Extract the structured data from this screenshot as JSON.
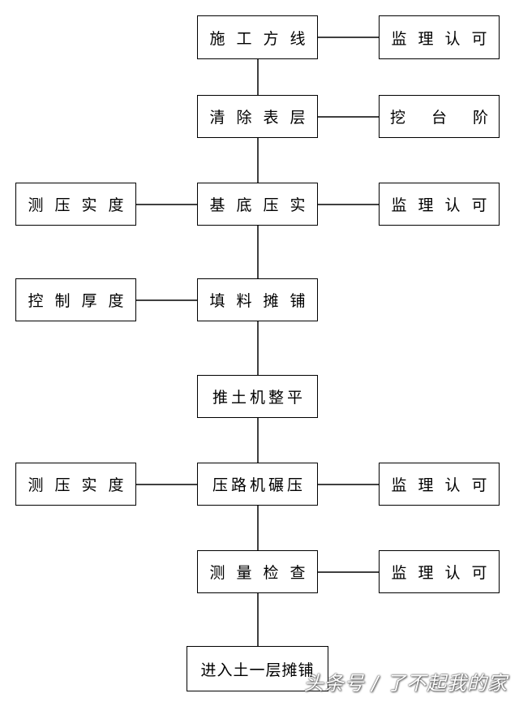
{
  "flow": {
    "main": {
      "step1": "施工方线",
      "step2": "清除表层",
      "step3": "基底压实",
      "step4": "填料摊铺",
      "step5": "推土机整平",
      "step6": "压路机碾压",
      "step7": "测量检查",
      "step8": "进入土一层摊铺"
    },
    "left": {
      "step3": "测压实度",
      "step4": "控制厚度",
      "step6": "测压实度"
    },
    "right": {
      "step1": "监理认可",
      "step2": "挖台阶",
      "step3": "监理认可",
      "step6": "监理认可",
      "step7": "监理认可"
    }
  },
  "watermark": "头条号 / 了不起我的家"
}
